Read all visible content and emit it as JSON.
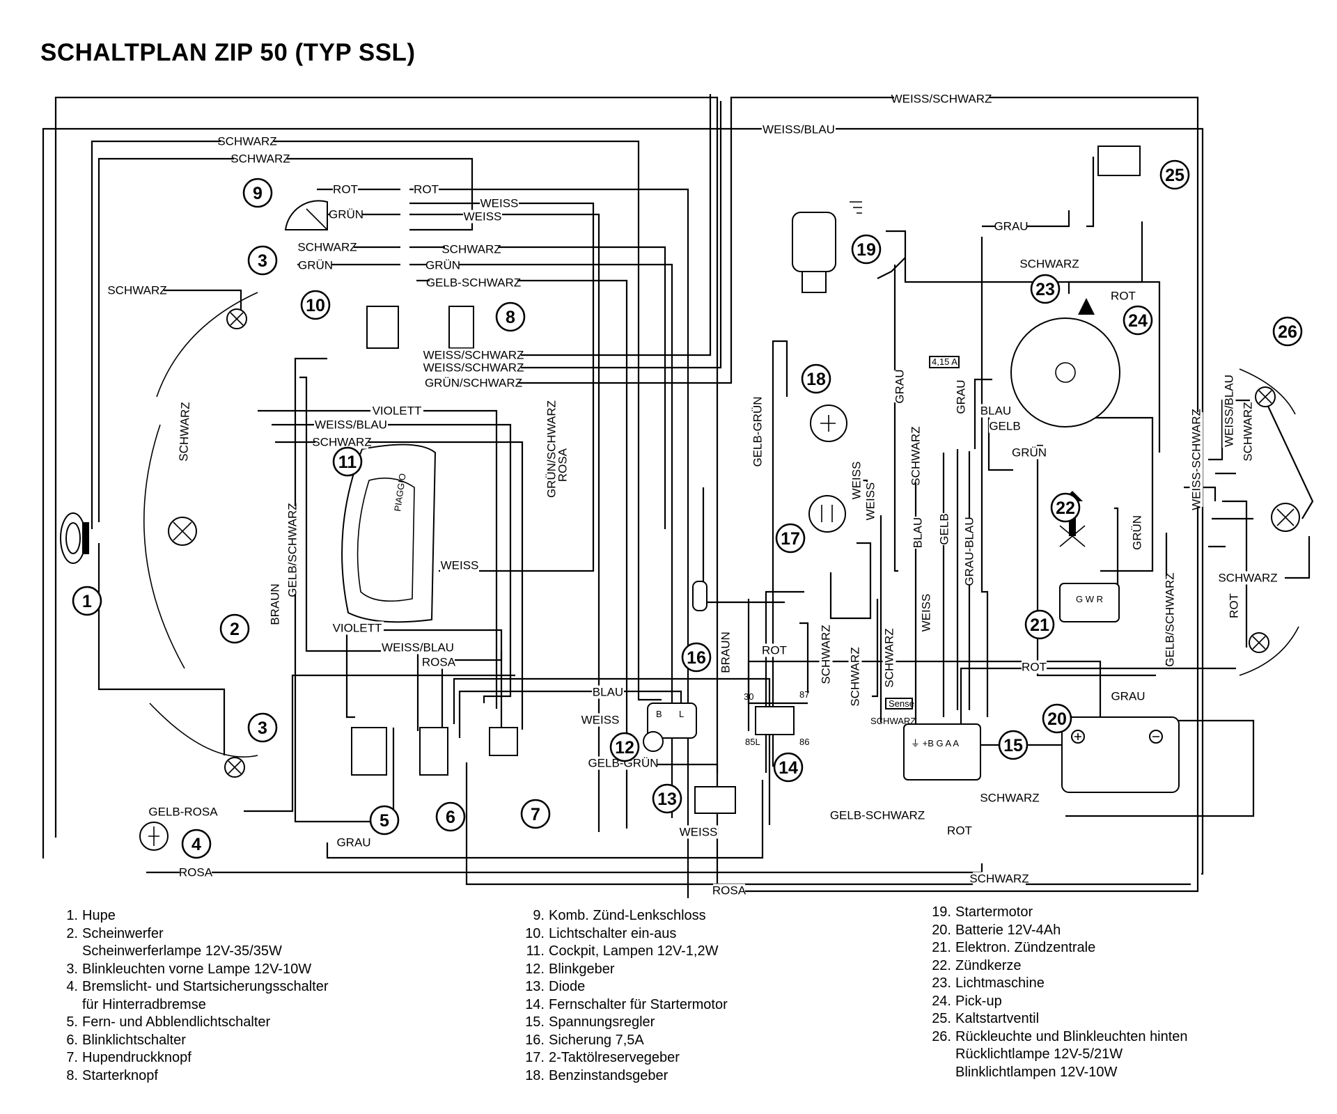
{
  "title": "SCHALTPLAN ZIP 50 (TYP SSL)",
  "wire_labels": [
    "WEISS/SCHWARZ",
    "WEISS/BLAU",
    "SCHWARZ",
    "SCHWARZ",
    "ROT",
    "ROT",
    "WEISS",
    "GRÜN",
    "WEISS",
    "SCHWARZ",
    "SCHWARZ",
    "GRÜN",
    "GRÜN",
    "GELB-SCHWARZ",
    "SCHWARZ",
    "SCHWARZ",
    "WEISS/SCHWARZ",
    "WEISS/SCHWARZ",
    "GRÜN/SCHWARZ",
    "VIOLETT",
    "WEISS/BLAU",
    "SCHWARZ",
    "GELB/SCHWARZ",
    "GRÜN/SCHWARZ",
    "ROSA",
    "WEISS",
    "BRAUN",
    "VIOLETT",
    "WEISS/BLAU",
    "ROSA",
    "BLAU",
    "WEISS",
    "GELB-GRÜN",
    "GELB-ROSA",
    "GRAU",
    "ROSA",
    "WEISS",
    "ROSA",
    "GRAU",
    "SCHWARZ",
    "GELB-GRÜN",
    "WEISS",
    "ROT",
    "SCHWARZ",
    "BRAUN",
    "SCHWARZ",
    "GRAU",
    "SCHWARZ",
    "BLAU",
    "GELB",
    "GRÜN",
    "GRAU",
    "BLAU",
    "GELB",
    "GRAU-BLAU",
    "WEISS",
    "WEISS",
    "GRÜN",
    "ROT",
    "GRAU",
    "GELB-SCHWARZ",
    "ROT",
    "SCHWARZ",
    "SCHWARZ",
    "WEISS-SCHWARZ",
    "WEISS/BLAU",
    "SCHWARZ",
    "GELB/SCHWARZ",
    "ROT",
    "SCHWARZ",
    "ROT",
    "SCHWARZ"
  ],
  "component_marks": {
    "fuse_rating": "4,15 A",
    "sense": "Sense",
    "regulator_terminals": "⏚ +B G A A",
    "ignition_terminals": "G W R",
    "relay_30": "30",
    "relay_87": "87",
    "relay_85l": "85L",
    "relay_86": "86",
    "blinker_b": "B",
    "blinker_l": "L",
    "schwarz_small": "SCHWARZ",
    "cockpit_brand": "PIAGGIO"
  },
  "callouts": [
    "1",
    "2",
    "3",
    "3",
    "4",
    "5",
    "6",
    "7",
    "8",
    "9",
    "10",
    "11",
    "12",
    "13",
    "14",
    "15",
    "16",
    "17",
    "18",
    "19",
    "20",
    "21",
    "22",
    "23",
    "24",
    "25",
    "26"
  ],
  "legend": {
    "col1": [
      {
        "num": "1.",
        "text": "Hupe"
      },
      {
        "num": "2.",
        "text": "Scheinwerfer"
      },
      {
        "num": "",
        "text": "Scheinwerferlampe 12V-35/35W"
      },
      {
        "num": "3.",
        "text": "Blinkleuchten vorne Lampe 12V-10W"
      },
      {
        "num": "4.",
        "text": "Bremslicht- und Startsicherungsschalter"
      },
      {
        "num": "",
        "text": "für Hinterradbremse"
      },
      {
        "num": "5.",
        "text": "Fern- und Abblendlichtschalter"
      },
      {
        "num": "6.",
        "text": "Blinklichtschalter"
      },
      {
        "num": "7.",
        "text": "Hupendruckknopf"
      },
      {
        "num": "8.",
        "text": "Starterknopf"
      }
    ],
    "col2": [
      {
        "num": "9.",
        "text": "Komb. Zünd-Lenkschloss"
      },
      {
        "num": "10.",
        "text": "Lichtschalter ein-aus"
      },
      {
        "num": "11.",
        "text": "Cockpit, Lampen 12V-1,2W"
      },
      {
        "num": "12.",
        "text": "Blinkgeber"
      },
      {
        "num": "13.",
        "text": "Diode"
      },
      {
        "num": "14.",
        "text": "Fernschalter für Startermotor"
      },
      {
        "num": "15.",
        "text": "Spannungsregler"
      },
      {
        "num": "16.",
        "text": "Sicherung 7,5A"
      },
      {
        "num": "17.",
        "text": "2-Taktölreservegeber"
      },
      {
        "num": "18.",
        "text": "Benzinstandsgeber"
      }
    ],
    "col3": [
      {
        "num": "19.",
        "text": "Startermotor"
      },
      {
        "num": "20.",
        "text": "Batterie 12V-4Ah"
      },
      {
        "num": "21.",
        "text": "Elektron. Zündzentrale"
      },
      {
        "num": "22.",
        "text": "Zündkerze"
      },
      {
        "num": "23.",
        "text": "Lichtmaschine"
      },
      {
        "num": "24.",
        "text": "Pick-up"
      },
      {
        "num": "25.",
        "text": "Kaltstartventil"
      },
      {
        "num": "26.",
        "text": "Rückleuchte und Blinkleuchten hinten"
      },
      {
        "num": "",
        "text": "Rücklichtlampe 12V-5/21W"
      },
      {
        "num": "",
        "text": "Blinklichtlampen 12V-10W"
      }
    ]
  }
}
